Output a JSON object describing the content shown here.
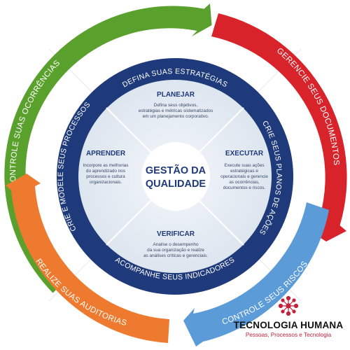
{
  "center": {
    "line1": "GESTÃO DA",
    "line2": "QUALIDADE"
  },
  "outer_arcs": [
    {
      "label": "CONTROLE SUAS OCORRÊNCIAS",
      "color": "#5aa02c"
    },
    {
      "label": "GERENCIE SEUS DOCUMENTOS",
      "color": "#d8232a"
    },
    {
      "label": "CONTROLE SEUS RISCOS",
      "color": "#5b9bd8"
    },
    {
      "label": "REALIZE SUAS AUDITORIAS",
      "color": "#ee7a2f"
    }
  ],
  "inner_ring": {
    "color": "#1f3a7a",
    "labels": {
      "top": "DEFINA SUAS ESTRATÉGIAS",
      "right": "CRIE SEUS PLANOS DE AÇÕES",
      "bottom": "ACOMPANHE SEUS INDICADORES",
      "left": "CRIE E MODELE SEUS PROCESSOS"
    }
  },
  "quadrants": {
    "planejar": {
      "title": "PLANEJAR",
      "lines": [
        "Defina seus objetivos,",
        "estratégias e métricas sistematizados",
        "em um planejamento corporativo."
      ]
    },
    "executar": {
      "title": "EXECUTAR",
      "lines": [
        "Execute suas ações",
        "estratégicas e",
        "operacionais e gerencie",
        "as ocorrências,",
        "documentos e riscos."
      ]
    },
    "verificar": {
      "title": "VERIFICAR",
      "lines": [
        "Analise o desempenho",
        "da sua organização e realize",
        "as análises críticas e gerenciais."
      ]
    },
    "aprender": {
      "title": "APRENDER",
      "lines": [
        "Incorpore as melhorias",
        "do aprendizado nos",
        "processos e cultura",
        "organizacionais."
      ]
    }
  },
  "brand": {
    "name": "TECNOLOGIA HUMANA",
    "tagline": "Pessoas, Processos e Tecnologia",
    "logo_icon": "molecule-logo-icon",
    "accent": "#c4203a"
  }
}
